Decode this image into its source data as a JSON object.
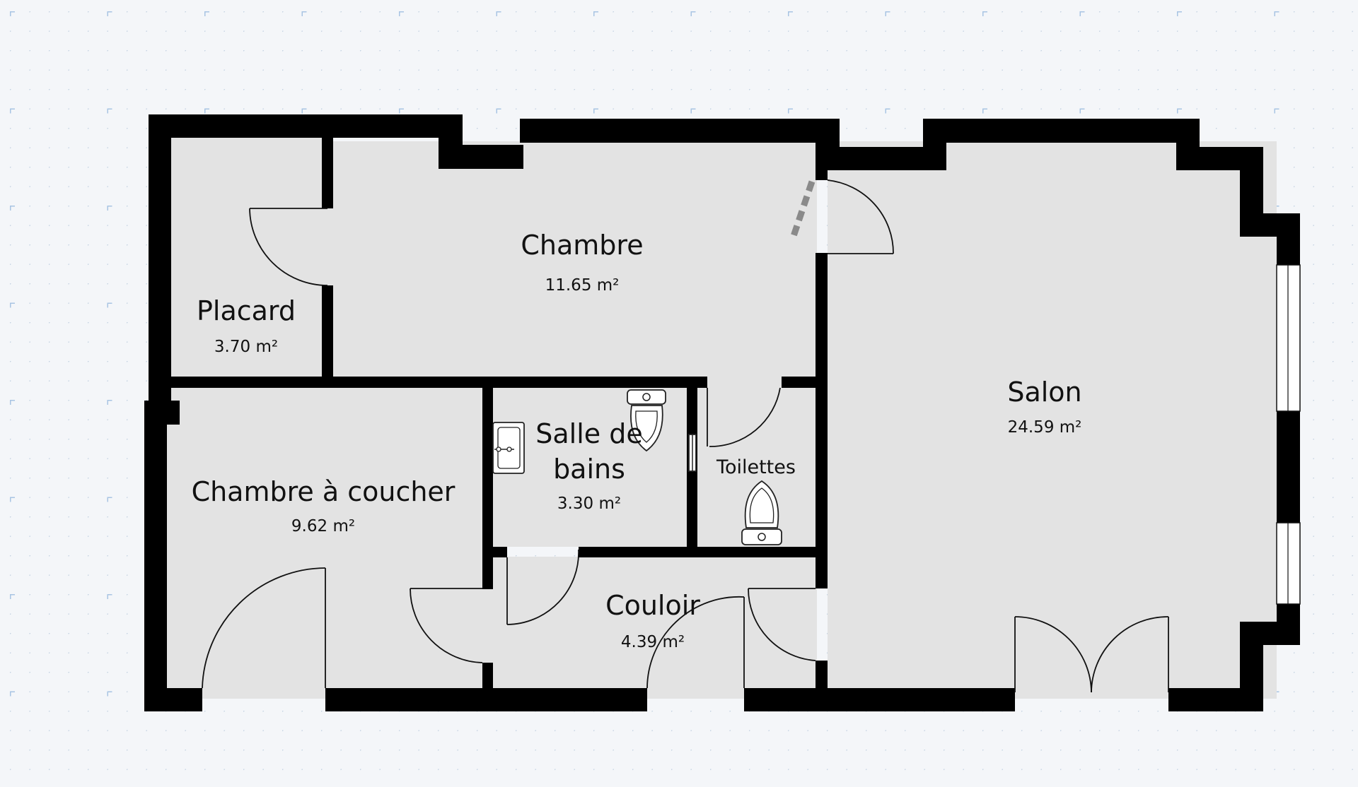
{
  "colors": {
    "background": "#f4f6f9",
    "grid_dot": "#c5d3e2",
    "grid_plus": "#a8c4e3",
    "floor": "#e3e3e3",
    "wall": "#000000",
    "dashed_door": "#8a8a8a"
  },
  "rooms": [
    {
      "id": "chambre",
      "name": "Chambre",
      "area": "11.65 m²"
    },
    {
      "id": "placard",
      "name": "Placard",
      "area": "3.70 m²"
    },
    {
      "id": "chambre-a-coucher",
      "name": "Chambre à coucher",
      "area": "9.62 m²"
    },
    {
      "id": "salle-de-bains",
      "name_line1": "Salle de",
      "name_line2": "bains",
      "area": "3.30 m²"
    },
    {
      "id": "toilettes",
      "name": "Toilettes"
    },
    {
      "id": "couloir",
      "name": "Couloir",
      "area": "4.39 m²"
    },
    {
      "id": "salon",
      "name": "Salon",
      "area": "24.59 m²"
    }
  ],
  "fixtures": [
    {
      "type": "toilet-icon",
      "room": "salle-de-bains"
    },
    {
      "type": "sink-icon",
      "room": "salle-de-bains"
    },
    {
      "type": "toilet-icon",
      "room": "toilettes"
    }
  ]
}
